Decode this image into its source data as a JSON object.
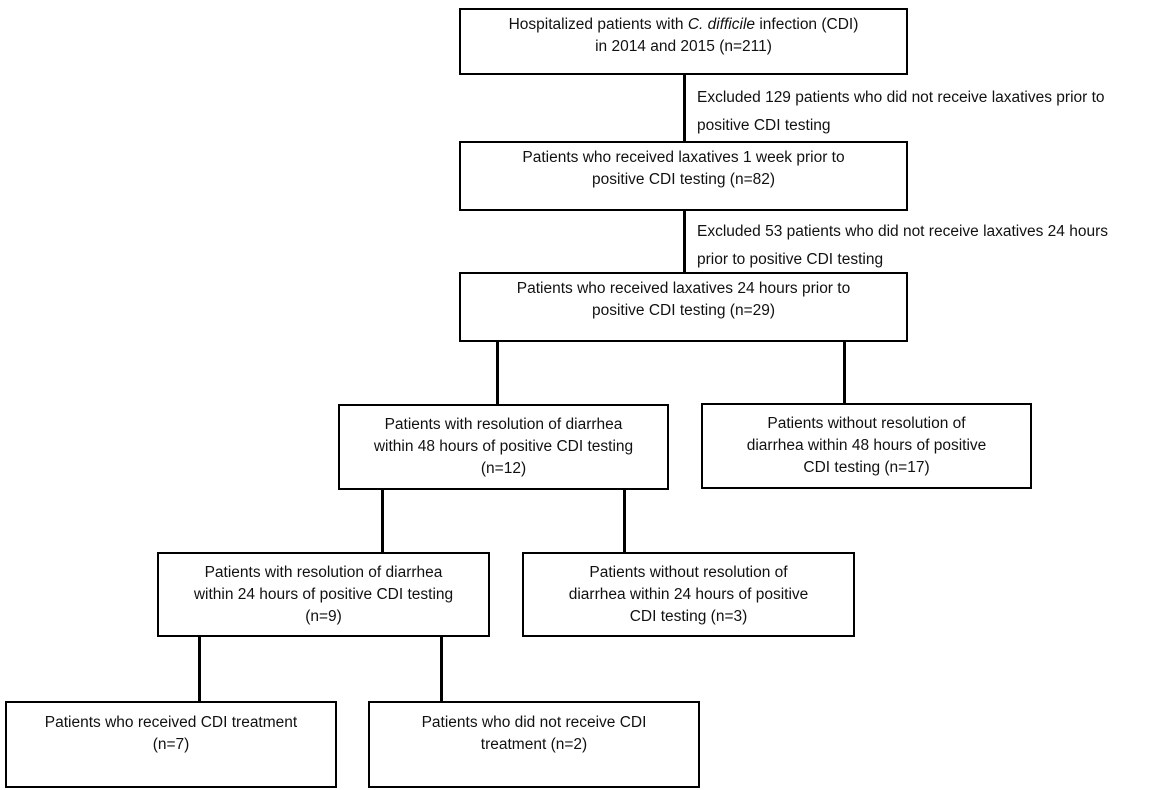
{
  "colors": {
    "background": "#ffffff",
    "line": "#000000",
    "text": "#111111"
  },
  "nodes": {
    "hospitalized": {
      "line1_pre": "Hospitalized patients with ",
      "line1_italic": "C. difficile",
      "line1_post": " infection (CDI)",
      "line2": "in 2014 and 2015 (n=211)",
      "n": 211
    },
    "lax_week": {
      "line1": "Patients who received laxatives 1 week prior to",
      "line2": "positive CDI testing (n=82)",
      "n": 82
    },
    "lax_24h": {
      "line1": "Patients who received laxatives 24 hours prior to",
      "line2": "positive CDI testing (n=29)",
      "n": 29
    },
    "res_48h": {
      "line1": "Patients with resolution of diarrhea",
      "line2": "within 48 hours of positive CDI testing",
      "line3": "(n=12)",
      "n": 12
    },
    "no_res_48h": {
      "line1": "Patients without resolution of",
      "line2": "diarrhea within 48 hours of positive",
      "line3": "CDI testing (n=17)",
      "n": 17
    },
    "res_24h": {
      "line1": "Patients with resolution of diarrhea",
      "line2": "within 24 hours of positive CDI testing",
      "line3": "(n=9)",
      "n": 9
    },
    "no_res_24h": {
      "line1": "Patients without resolution of",
      "line2": "diarrhea within 24 hours of positive",
      "line3": "CDI testing (n=3)",
      "n": 3
    },
    "treated": {
      "line1": "Patients who received CDI treatment",
      "line2": "(n=7)",
      "n": 7
    },
    "not_treated": {
      "line1": "Patients who did not receive CDI",
      "line2": "treatment (n=2)",
      "n": 2
    }
  },
  "exclusions": {
    "first": {
      "line1": "Excluded 129 patients who did not receive laxatives prior to",
      "line2": "positive CDI testing",
      "n_excluded": 129
    },
    "second": {
      "line1": "Excluded 53 patients who did not receive laxatives 24 hours",
      "line2": "prior to positive CDI testing",
      "n_excluded": 53
    }
  }
}
